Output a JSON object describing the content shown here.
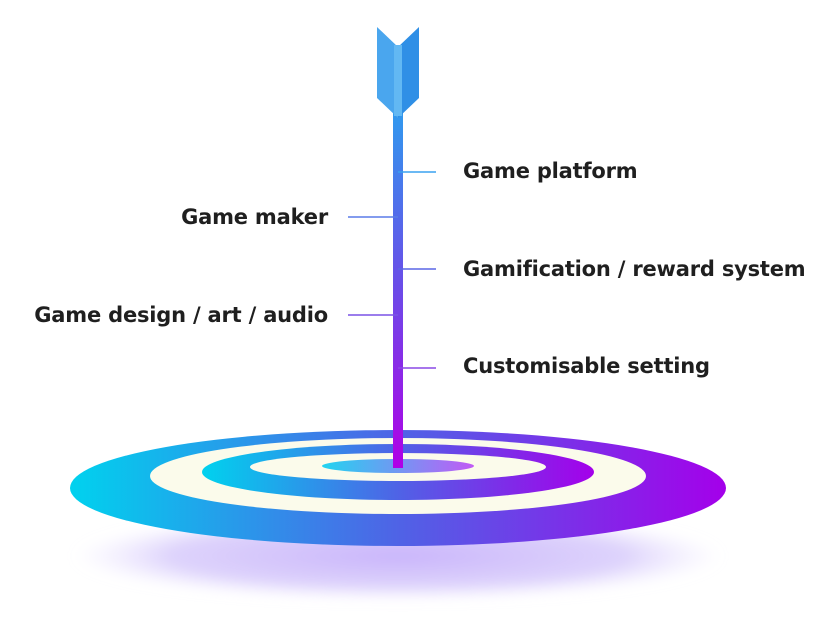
{
  "diagram": {
    "labels": {
      "game_platform": "Game platform",
      "game_maker": "Game maker",
      "gamification": "Gamification / reward system",
      "game_design": "Game design / art / audio",
      "customisable_setting": "Customisable setting"
    },
    "colors": {
      "gradient_start": "#00d2ee",
      "gradient_mid": "#4f63e6",
      "gradient_end": "#a400ea",
      "ring_cream": "#fbfbeb",
      "text": "#1f1f1f",
      "shadow": "#c9b8fb"
    }
  }
}
